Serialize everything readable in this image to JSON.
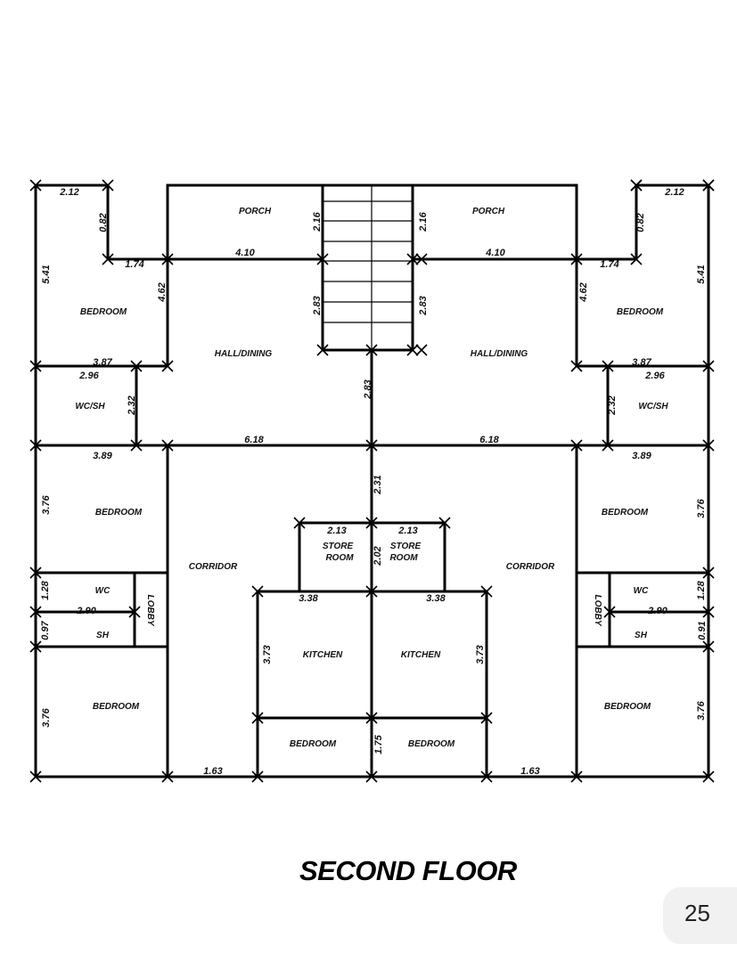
{
  "title": "SECOND FLOOR",
  "page_number": "25",
  "rooms": {
    "porch": "PORCH",
    "bedroom": "BEDROOM",
    "hall_dining": "HALL/DINING",
    "wc_sh": "WC/SH",
    "corridor": "CORRIDOR",
    "store": "STORE",
    "room": "ROOM",
    "wc": "WC",
    "sh": "SH",
    "lobby": "LOBBY",
    "kitchen": "KITCHEN"
  },
  "dimensions": {
    "d212": "2.12",
    "d082": "0.82",
    "d174": "1.74",
    "d541": "5.41",
    "d462": "4.62",
    "d410": "4.10",
    "d216": "2.16",
    "d283": "2.83",
    "d387": "3.87",
    "d296": "2.96",
    "d232": "2.32",
    "d618": "6.18",
    "d389": "3.89",
    "d376": "3.76",
    "d231": "2.31",
    "d213": "2.13",
    "d202": "2.02",
    "d128": "1.28",
    "d290": "2.90",
    "d097": "0.97",
    "d091": "0.91",
    "d338": "3.38",
    "d373": "3.73",
    "d175": "1.75",
    "d163": "1.63"
  }
}
